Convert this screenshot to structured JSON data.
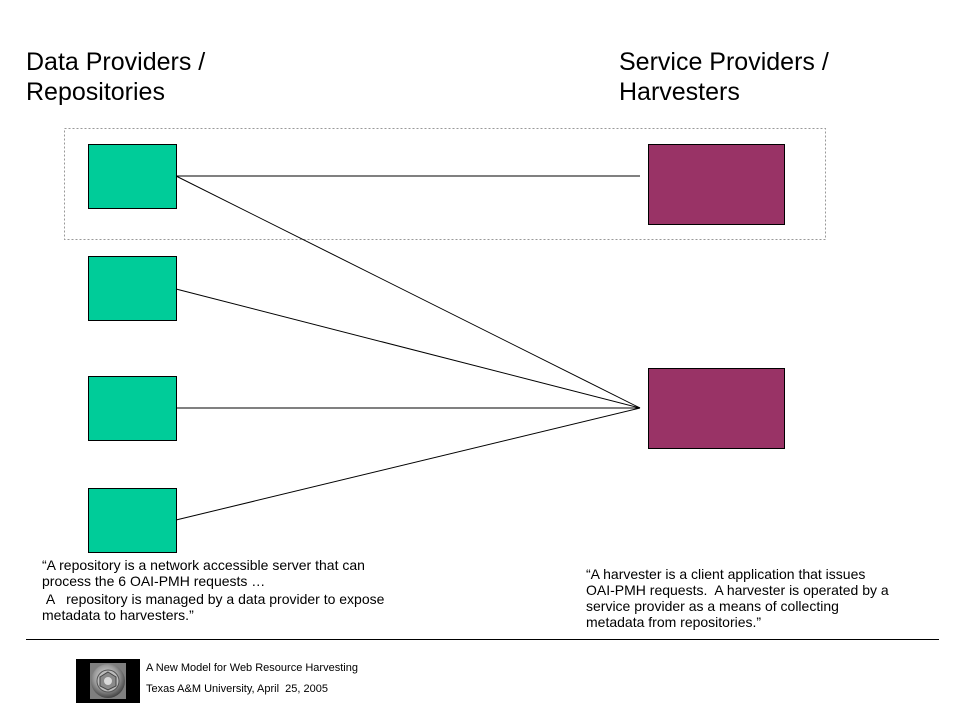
{
  "headings": {
    "left": [
      "Data Providers /",
      "Repositories"
    ],
    "right": [
      "Service Providers /",
      "Harvesters"
    ]
  },
  "quotes": {
    "repository": [
      "“A repository is a network accessible server that can process the 6 OAI-PMH requests …",
      " A   repository is managed by a data provider to expose metadata to harvesters.”"
    ],
    "harvester": "“A harvester is a client application that issues OAI-PMH requests.  A harvester is operated by a service provider as a means of collecting metadata from repositories.”"
  },
  "footer": {
    "line1": "A New Model for Web Resource Harvesting",
    "line2": "Texas A&M University, April  25, 2005",
    "logo_icon": "camera-iris-logo-icon"
  },
  "colors": {
    "repository_box": "#00CC99",
    "harvester_box": "#993366",
    "highlight_border": "#999999"
  }
}
